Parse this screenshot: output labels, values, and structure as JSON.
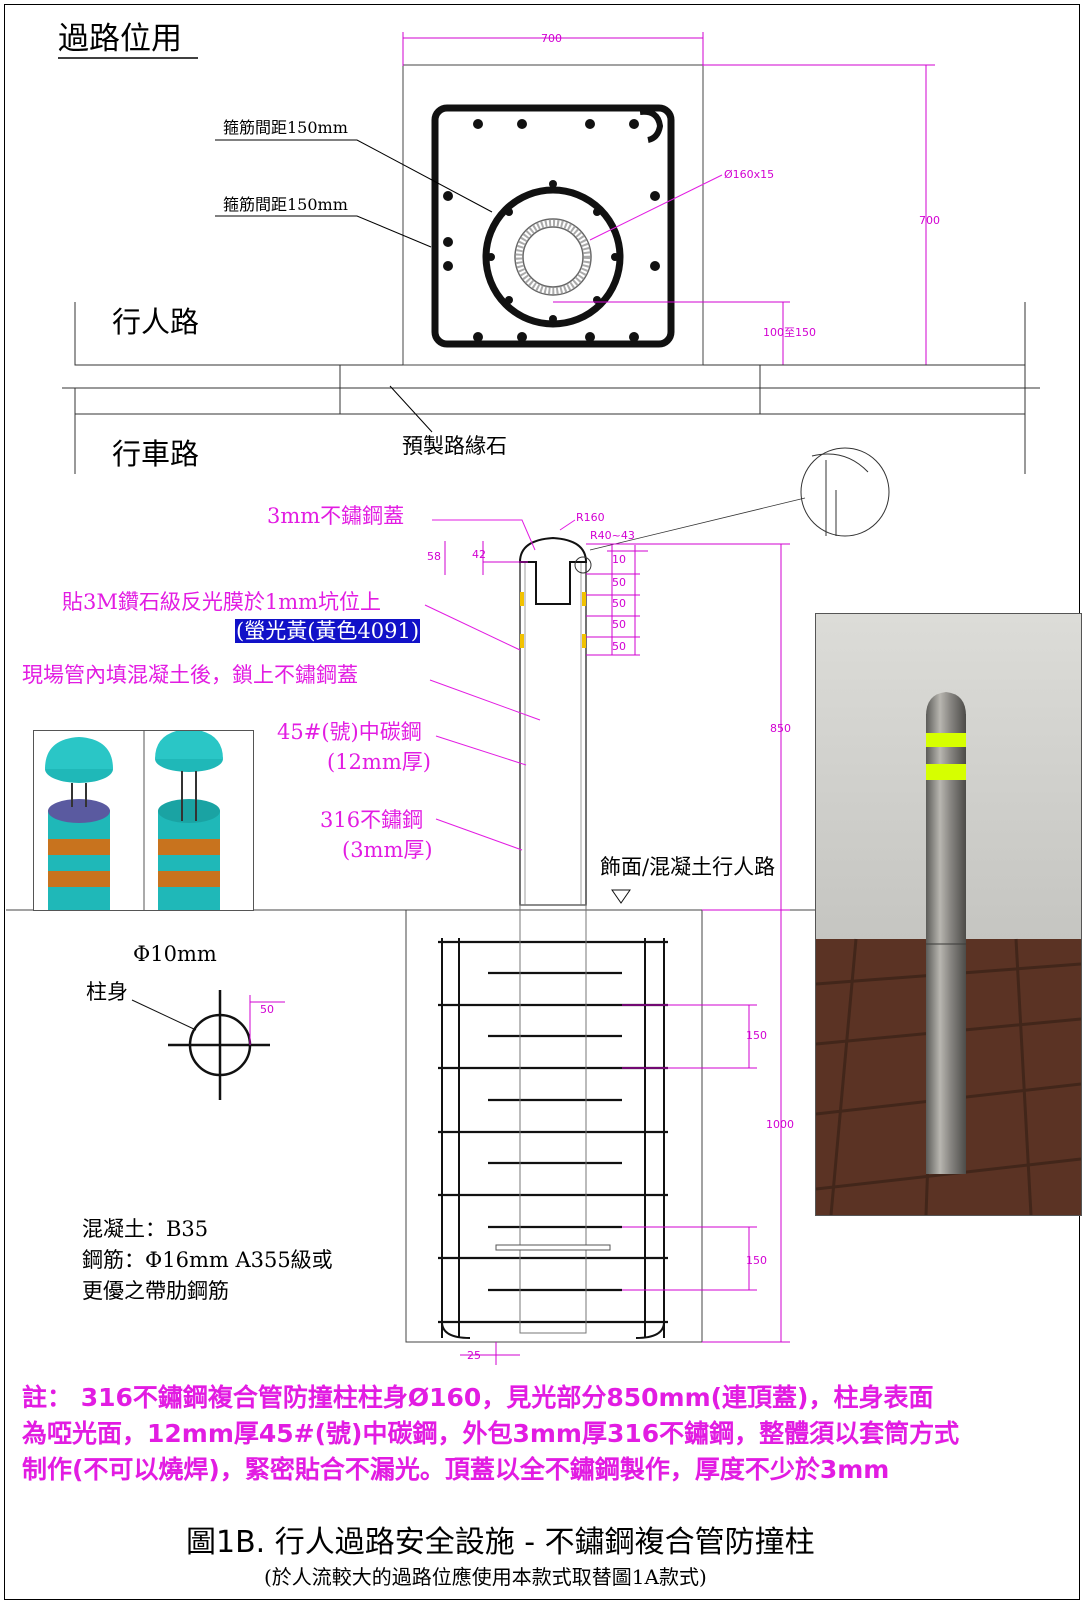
{
  "header": {
    "title": "過路位用"
  },
  "plan": {
    "stirrup_label_1": "箍筋間距150mm",
    "stirrup_label_2": "箍筋間距150mm",
    "pipe_dim": "Ø160x15",
    "dim_top": "700",
    "dim_right": "700",
    "dim_small": "100至150",
    "sidewalk": "行人路",
    "roadway": "行車路",
    "curb": "預製路緣石"
  },
  "elevation": {
    "cap_label": "3mm不鏽鋼蓋",
    "reflective_label": "貼3M鑽石級反光膜於1mm坑位上",
    "reflective_color": "(螢光黃(黃色4091)",
    "fill_label": "現場管內填混凝土後，鎖上不鏽鋼蓋",
    "steel45_label": "45#(號)中碳鋼",
    "steel45_thk": "(12mm厚)",
    "ss316_label": "316不鏽鋼",
    "ss316_thk": "(3mm厚)",
    "finish_label": "飾面/混凝土行人路",
    "r160": "R160",
    "r40": "R40~43",
    "d58": "58",
    "d42": "42",
    "d10": "10",
    "d50a": "50",
    "d50b": "50",
    "d50c": "50",
    "d50d": "50",
    "d850": "850",
    "d150a": "150",
    "d1000": "1000",
    "d150b": "150",
    "d25": "25"
  },
  "section_detail": {
    "diameter": "Φ10mm",
    "body": "柱身",
    "dim": "50"
  },
  "materials": {
    "concrete": "混凝土：B35",
    "rebar_1": "鋼筋：Φ16mm A355級或",
    "rebar_2": "更優之帶肋鋼筋"
  },
  "note": {
    "line1": "註： 316不鏽鋼複合管防撞柱柱身Ø160，見光部分850mm(連頂蓋)，柱身表面",
    "line2": "為啞光面，12mm厚45#(號)中碳鋼，外包3mm厚316不鏽鋼，整體須以套筒方式",
    "line3": "制作(不可以燒焊)，緊密貼合不漏光。頂蓋以全不鏽鋼製作，厚度不少於3mm"
  },
  "caption": {
    "title": "圖1B. 行人過路安全設施 - 不鏽鋼複合管防撞柱",
    "subtitle": "(於人流較大的過路位應使用本款式取替圖1A款式)"
  },
  "colors": {
    "annotation": "#e21ce2",
    "dimension": "#d200d2",
    "reflective": "#d6ff00",
    "highlight": "#1111c8",
    "cap_teal": "#1fb8b8",
    "band_orange": "#c8731e"
  }
}
